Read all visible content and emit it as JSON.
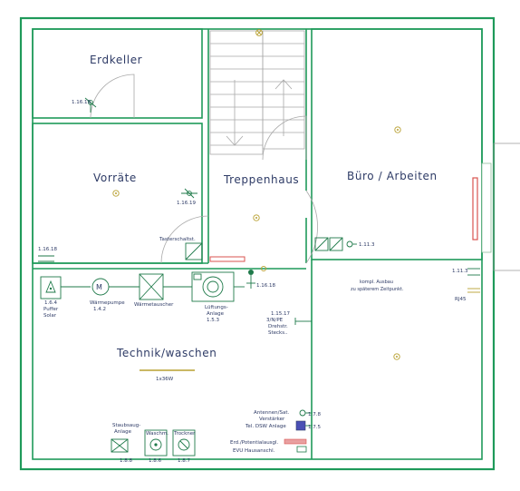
{
  "rooms": {
    "erdkeller": "Erdkeller",
    "vorraete": "Vorräte",
    "treppenhaus": "Treppenhaus",
    "buero": "Büro / Arbeiten",
    "technik": "Technik/waschen"
  },
  "labels": {
    "l_1_16_19a": "1.16.19",
    "l_1_16_19b": "1.16.19",
    "l_1_16_18a": "1.16.18",
    "l_1_16_18b": "1.16.18",
    "tastergeraet": "Tasterschaltst.",
    "l_1_11_3a": "1.11.3",
    "l_1_11_3b": "1.11.3",
    "rj45": "RJ45",
    "ausbau_1": "kompl. Ausbau",
    "ausbau_2": "zu späterem Zeitpunkt.",
    "puffer_code": "1.6.4",
    "puffer_1": "Puffer",
    "puffer_2": "Solar",
    "pumpe_1": "Wärmepumpe",
    "pumpe_2": "1.4.2",
    "tauscher": "Wärmetauscher",
    "lueftung_1": "Lüftungs-",
    "lueftung_2": "Anlage",
    "lueftung_3": "1.5.3",
    "steck_1": "1.15.17",
    "steck_2": "3/N/PE",
    "steck_3": "Drehstr.",
    "steck_4": "Stecks..",
    "leuchte": "1x36W",
    "antennen_1": "Antennen/Sat.",
    "antennen_2": "Verstärker",
    "antennen_3": "Tel. DSW Anlage",
    "l_1_7_8": "1.7.8",
    "l_1_7_5": "1.7.5",
    "erdung": "Erd./Potentialausgl.",
    "evu": "EVU Hausanschl.",
    "staubsauger_1": "Staubsaug-",
    "staubsauger_2": "Anlage",
    "waschm": "Waschm.",
    "trockner": "Trockner",
    "l_1_8_8": "1.8.8",
    "l_1_8_6": "1.8.6",
    "l_1_8_7": "1.8.7"
  },
  "colors": {
    "wall": "#1f9a5a",
    "text": "#2e3b66",
    "accent": "#d9534f",
    "symbol": "#1f7a4a"
  }
}
